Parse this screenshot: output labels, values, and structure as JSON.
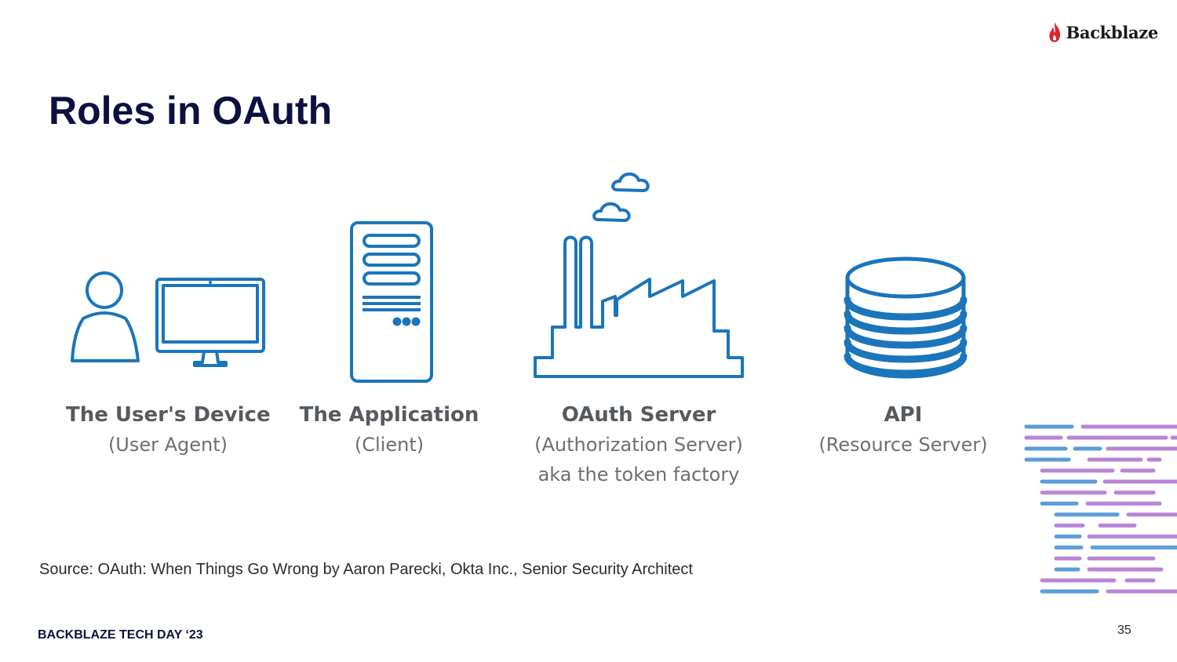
{
  "brand": {
    "name": "Backblaze",
    "logo_icon": "flame-icon",
    "logo_color": "#d8262e"
  },
  "slide": {
    "title": "Roles in OAuth",
    "source": "Source:  OAuth: When Things Go Wrong by Aaron Parecki, Okta Inc., Senior Security Architect",
    "footer": "BACKBLAZE TECH DAY ‘23",
    "page_number": "35"
  },
  "roles": [
    {
      "icon": "user-device-icon",
      "name": "The User's Device",
      "lines": [
        "(User Agent)"
      ]
    },
    {
      "icon": "server-tower-icon",
      "name": "The Application",
      "lines": [
        "(Client)"
      ]
    },
    {
      "icon": "factory-icon",
      "name": "OAuth Server",
      "lines": [
        "(Authorization Server)",
        "aka the token factory"
      ]
    },
    {
      "icon": "database-icon",
      "name": "API",
      "lines": [
        "(Resource Server)"
      ]
    }
  ],
  "colors": {
    "icon_blue": "#1a75bb",
    "title_navy": "#0d1140",
    "deco_blue": "#5b9bd9",
    "deco_purple": "#b884d6"
  }
}
